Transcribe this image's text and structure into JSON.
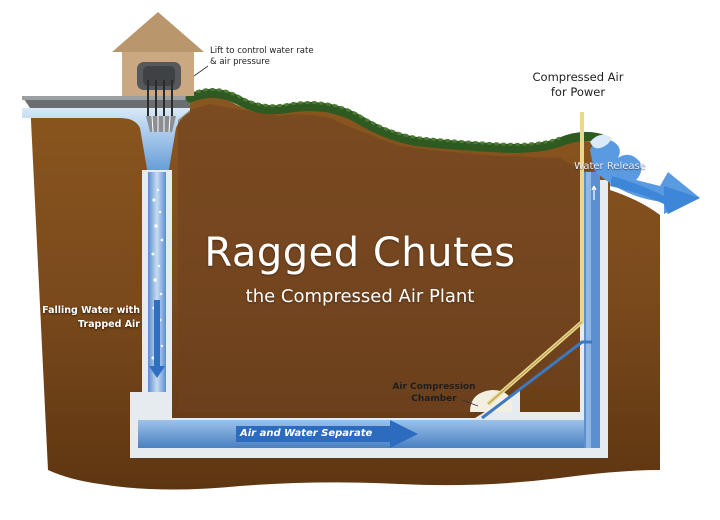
{
  "diagram": {
    "title": "Ragged Chutes",
    "subtitle": "the Compressed Air Plant",
    "labels": {
      "lift": "Lift to control water rate & air pressure",
      "compressed_air": "Compressed Air for Power",
      "water_release": "Water Release",
      "falling_water": "Falling Water with Trapped Air",
      "air_compression_chamber": "Air Compression Chamber",
      "air_water_separate": "Air and Water Separate"
    },
    "colors": {
      "earth": "#7b4a1c",
      "earth_dark": "#5e3612",
      "grass": "#2e5a22",
      "water": "#4a86c8",
      "tunnel_wall": "#e6ebf0",
      "house": "#c9a882",
      "air_pipe": "#e9d88c"
    }
  }
}
